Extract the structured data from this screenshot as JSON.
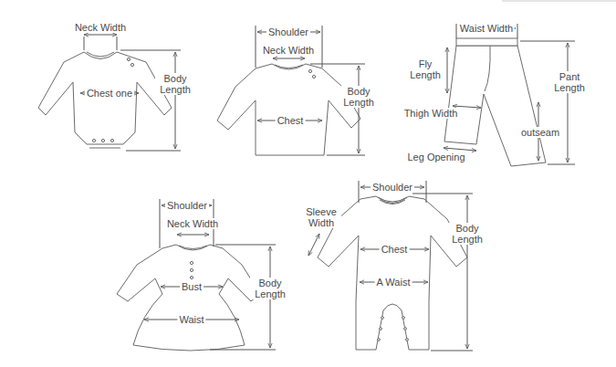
{
  "diagram": {
    "labels": [
      "Neck Width",
      "Body Length",
      "Chest one",
      "Shoulder",
      "Neck Width",
      "Body Length",
      "Chest",
      "Waist Width",
      "Fly Length",
      "Pant Length",
      "Thigh Width",
      "outseam",
      "Leg Opening",
      "Shoulder",
      "Neck Width",
      "Body Length",
      "Bust",
      "Waist",
      "Shoulder",
      "Sleeve Width",
      "Body Length",
      "Chest",
      "A Waist"
    ]
  }
}
